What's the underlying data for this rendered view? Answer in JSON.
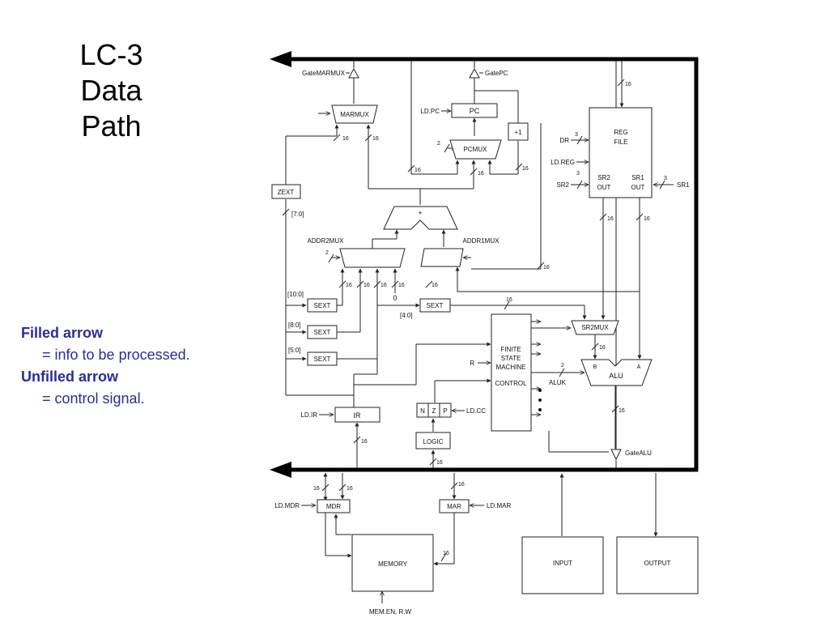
{
  "slide": {
    "title_lines": [
      "LC-3",
      "Data",
      "Path"
    ],
    "legend": {
      "filled_heading": "Filled arrow",
      "filled_desc": "= info to be processed.",
      "unfilled_heading": "Unfilled arrow",
      "unfilled_desc": "= control signal."
    }
  },
  "diagram": {
    "blocks": {
      "marmux": "MARMUX",
      "pc": "PC",
      "plus1": "+1",
      "pcmux": "PCMUX",
      "regfile_1": "REG",
      "regfile_2": "FILE",
      "sr2out_1": "SR2",
      "sr2out_2": "OUT",
      "sr1out_1": "SR1",
      "sr1out_2": "OUT",
      "zext": "ZEXT",
      "adder": "+",
      "addr2mux": "ADDR2MUX",
      "addr1mux": "ADDR1MUX",
      "sext_11": "SEXT",
      "sext_9": "SEXT",
      "sext_6": "SEXT",
      "sext_5": "SEXT",
      "sr2mux": "SR2MUX",
      "alu": "ALU",
      "alu_b": "B",
      "alu_a": "A",
      "fsm_1": "FINITE",
      "fsm_2": "STATE",
      "fsm_3": "MACHINE",
      "fsm_4": "CONTROL",
      "ir": "IR",
      "n": "N",
      "z": "Z",
      "p": "P",
      "logic": "LOGIC",
      "mdr": "MDR",
      "mar": "MAR",
      "memory": "MEMORY",
      "input": "INPUT",
      "output": "OUTPUT"
    },
    "signals": {
      "gate_marmux": "GateMARMUX",
      "gate_pc": "GatePC",
      "ld_pc": "LD.PC",
      "dr": "DR",
      "ld_reg": "LD.REG",
      "sr2": "SR2",
      "sr1": "SR1",
      "ld_ir": "LD.IR",
      "ld_cc": "LD.CC",
      "r": "R",
      "aluk": "ALUK",
      "gate_alu": "GateALU",
      "ld_mdr": "LD.MDR",
      "ld_mar": "LD.MAR",
      "mem_en": "MEM.EN, R.W",
      "zero": "0"
    },
    "bit_ranges": {
      "r7_0": "[7:0]",
      "r10_0": "[10:0]",
      "r8_0": "[8:0]",
      "r5_0": "[5:0]",
      "r4_0": "[4:0]"
    },
    "widths": {
      "w16": "16",
      "w3": "3",
      "w2": "2"
    }
  }
}
